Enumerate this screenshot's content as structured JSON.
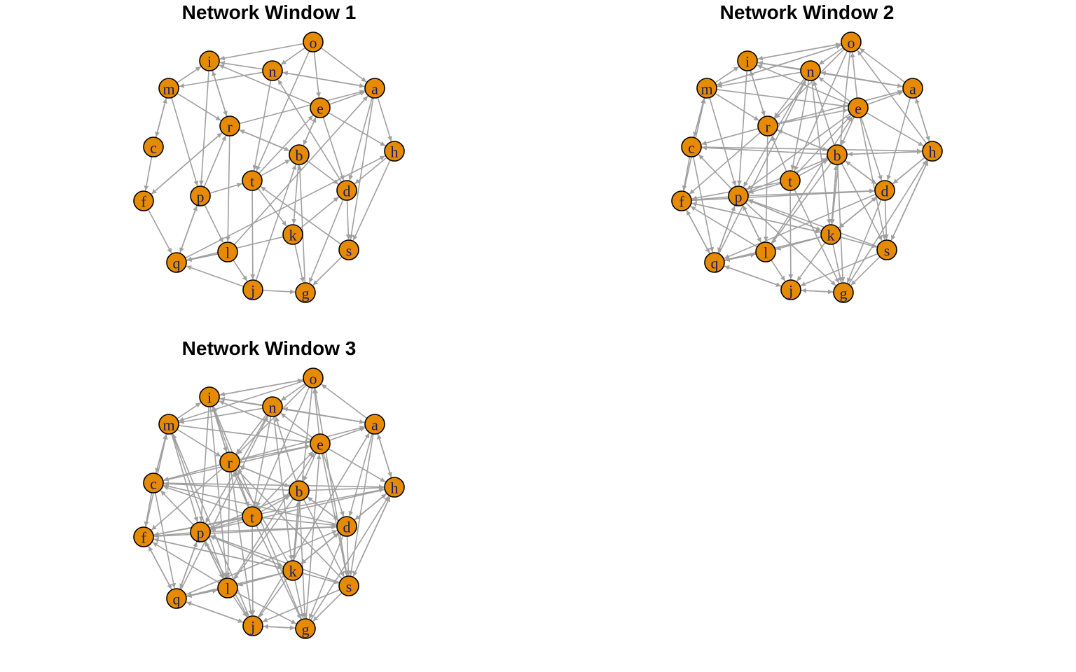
{
  "colors": {
    "node_fill": "#e68a00",
    "node_stroke": "#000000",
    "edge": "#a0a0a0",
    "label": "#1a1a6e"
  },
  "nodes": [
    "o",
    "i",
    "n",
    "m",
    "a",
    "e",
    "r",
    "c",
    "h",
    "b",
    "t",
    "d",
    "f",
    "p",
    "k",
    "s",
    "q",
    "l",
    "j",
    "g"
  ],
  "windows": [
    {
      "title": "Network Window 1",
      "edges": [
        [
          "n",
          "i"
        ],
        [
          "o",
          "i"
        ],
        [
          "n",
          "m"
        ],
        [
          "r",
          "i"
        ],
        [
          "e",
          "i"
        ],
        [
          "m",
          "i"
        ],
        [
          "i",
          "r"
        ],
        [
          "m",
          "r"
        ],
        [
          "o",
          "n"
        ],
        [
          "n",
          "a"
        ],
        [
          "a",
          "n"
        ],
        [
          "e",
          "a"
        ],
        [
          "r",
          "a"
        ],
        [
          "o",
          "a"
        ],
        [
          "a",
          "h"
        ],
        [
          "e",
          "h"
        ],
        [
          "c",
          "m"
        ],
        [
          "m",
          "c"
        ],
        [
          "c",
          "f"
        ],
        [
          "f",
          "r"
        ],
        [
          "r",
          "f"
        ],
        [
          "r",
          "b"
        ],
        [
          "b",
          "r"
        ],
        [
          "b",
          "e"
        ],
        [
          "e",
          "d"
        ],
        [
          "a",
          "d"
        ],
        [
          "h",
          "d"
        ],
        [
          "b",
          "d"
        ],
        [
          "t",
          "b"
        ],
        [
          "p",
          "r"
        ],
        [
          "p",
          "t"
        ],
        [
          "m",
          "p"
        ],
        [
          "i",
          "p"
        ],
        [
          "p",
          "q"
        ],
        [
          "q",
          "p"
        ],
        [
          "f",
          "q"
        ],
        [
          "l",
          "q"
        ],
        [
          "j",
          "q"
        ],
        [
          "k",
          "q"
        ],
        [
          "p",
          "l"
        ],
        [
          "r",
          "l"
        ],
        [
          "l",
          "j"
        ],
        [
          "t",
          "j"
        ],
        [
          "j",
          "g"
        ],
        [
          "k",
          "g"
        ],
        [
          "s",
          "g"
        ],
        [
          "d",
          "g"
        ],
        [
          "d",
          "s"
        ],
        [
          "h",
          "s"
        ],
        [
          "a",
          "s"
        ],
        [
          "k",
          "d"
        ],
        [
          "b",
          "k"
        ],
        [
          "t",
          "k"
        ],
        [
          "n",
          "t"
        ],
        [
          "t",
          "e"
        ],
        [
          "o",
          "t"
        ],
        [
          "s",
          "t"
        ],
        [
          "g",
          "b"
        ],
        [
          "j",
          "b"
        ],
        [
          "q",
          "h"
        ],
        [
          "l",
          "a"
        ],
        [
          "d",
          "n"
        ],
        [
          "o",
          "e"
        ],
        [
          "e",
          "b"
        ]
      ]
    },
    {
      "title": "Network Window 2",
      "edges": [
        [
          "n",
          "i"
        ],
        [
          "o",
          "i"
        ],
        [
          "o",
          "n"
        ],
        [
          "m",
          "i"
        ],
        [
          "r",
          "i"
        ],
        [
          "e",
          "i"
        ],
        [
          "n",
          "m"
        ],
        [
          "o",
          "m"
        ],
        [
          "a",
          "n"
        ],
        [
          "e",
          "n"
        ],
        [
          "b",
          "n"
        ],
        [
          "a",
          "o"
        ],
        [
          "e",
          "a"
        ],
        [
          "h",
          "a"
        ],
        [
          "r",
          "a"
        ],
        [
          "i",
          "a"
        ],
        [
          "a",
          "h"
        ],
        [
          "e",
          "h"
        ],
        [
          "b",
          "h"
        ],
        [
          "c",
          "h"
        ],
        [
          "r",
          "e"
        ],
        [
          "m",
          "e"
        ],
        [
          "c",
          "m"
        ],
        [
          "f",
          "m"
        ],
        [
          "m",
          "c"
        ],
        [
          "r",
          "c"
        ],
        [
          "b",
          "c"
        ],
        [
          "p",
          "c"
        ],
        [
          "c",
          "f"
        ],
        [
          "p",
          "f"
        ],
        [
          "q",
          "f"
        ],
        [
          "l",
          "f"
        ],
        [
          "k",
          "f"
        ],
        [
          "t",
          "f"
        ],
        [
          "r",
          "f"
        ],
        [
          "i",
          "r"
        ],
        [
          "m",
          "r"
        ],
        [
          "n",
          "r"
        ],
        [
          "o",
          "r"
        ],
        [
          "b",
          "r"
        ],
        [
          "t",
          "r"
        ],
        [
          "r",
          "b"
        ],
        [
          "e",
          "b"
        ],
        [
          "d",
          "b"
        ],
        [
          "k",
          "b"
        ],
        [
          "t",
          "b"
        ],
        [
          "p",
          "b"
        ],
        [
          "h",
          "b"
        ],
        [
          "a",
          "d"
        ],
        [
          "h",
          "d"
        ],
        [
          "e",
          "d"
        ],
        [
          "b",
          "d"
        ],
        [
          "k",
          "d"
        ],
        [
          "p",
          "d"
        ],
        [
          "f",
          "d"
        ],
        [
          "t",
          "p"
        ],
        [
          "m",
          "p"
        ],
        [
          "i",
          "p"
        ],
        [
          "n",
          "p"
        ],
        [
          "e",
          "p"
        ],
        [
          "q",
          "p"
        ],
        [
          "l",
          "p"
        ],
        [
          "k",
          "p"
        ],
        [
          "s",
          "p"
        ],
        [
          "p",
          "q"
        ],
        [
          "c",
          "q"
        ],
        [
          "f",
          "q"
        ],
        [
          "l",
          "q"
        ],
        [
          "k",
          "q"
        ],
        [
          "j",
          "q"
        ],
        [
          "d",
          "q"
        ],
        [
          "p",
          "l"
        ],
        [
          "q",
          "l"
        ],
        [
          "k",
          "l"
        ],
        [
          "r",
          "l"
        ],
        [
          "b",
          "l"
        ],
        [
          "l",
          "j"
        ],
        [
          "q",
          "j"
        ],
        [
          "k",
          "j"
        ],
        [
          "t",
          "j"
        ],
        [
          "s",
          "j"
        ],
        [
          "g",
          "j"
        ],
        [
          "j",
          "g"
        ],
        [
          "k",
          "g"
        ],
        [
          "s",
          "g"
        ],
        [
          "d",
          "g"
        ],
        [
          "b",
          "g"
        ],
        [
          "t",
          "g"
        ],
        [
          "p",
          "g"
        ],
        [
          "d",
          "s"
        ],
        [
          "h",
          "s"
        ],
        [
          "k",
          "s"
        ],
        [
          "b",
          "s"
        ],
        [
          "e",
          "s"
        ],
        [
          "f",
          "k"
        ],
        [
          "p",
          "k"
        ],
        [
          "b",
          "k"
        ],
        [
          "d",
          "k"
        ],
        [
          "n",
          "k"
        ],
        [
          "o",
          "k"
        ],
        [
          "h",
          "k"
        ],
        [
          "o",
          "t"
        ],
        [
          "n",
          "t"
        ],
        [
          "t",
          "e"
        ],
        [
          "e",
          "o"
        ],
        [
          "i",
          "o"
        ],
        [
          "m",
          "o"
        ],
        [
          "h",
          "o"
        ],
        [
          "s",
          "h"
        ],
        [
          "g",
          "h"
        ],
        [
          "l",
          "e"
        ],
        [
          "q",
          "n"
        ]
      ]
    },
    {
      "title": "Network Window 3",
      "edges": [
        [
          "n",
          "i"
        ],
        [
          "o",
          "i"
        ],
        [
          "m",
          "i"
        ],
        [
          "r",
          "i"
        ],
        [
          "e",
          "i"
        ],
        [
          "n",
          "m"
        ],
        [
          "o",
          "m"
        ],
        [
          "o",
          "n"
        ],
        [
          "e",
          "n"
        ],
        [
          "b",
          "n"
        ],
        [
          "a",
          "n"
        ],
        [
          "a",
          "o"
        ],
        [
          "e",
          "a"
        ],
        [
          "h",
          "a"
        ],
        [
          "r",
          "a"
        ],
        [
          "i",
          "a"
        ],
        [
          "a",
          "h"
        ],
        [
          "e",
          "h"
        ],
        [
          "b",
          "h"
        ],
        [
          "c",
          "h"
        ],
        [
          "d",
          "h"
        ],
        [
          "r",
          "e"
        ],
        [
          "m",
          "e"
        ],
        [
          "t",
          "e"
        ],
        [
          "c",
          "m"
        ],
        [
          "f",
          "m"
        ],
        [
          "m",
          "c"
        ],
        [
          "r",
          "c"
        ],
        [
          "b",
          "c"
        ],
        [
          "p",
          "c"
        ],
        [
          "t",
          "c"
        ],
        [
          "c",
          "f"
        ],
        [
          "p",
          "f"
        ],
        [
          "q",
          "f"
        ],
        [
          "l",
          "f"
        ],
        [
          "k",
          "f"
        ],
        [
          "t",
          "f"
        ],
        [
          "r",
          "f"
        ],
        [
          "d",
          "f"
        ],
        [
          "i",
          "r"
        ],
        [
          "m",
          "r"
        ],
        [
          "n",
          "r"
        ],
        [
          "o",
          "r"
        ],
        [
          "b",
          "r"
        ],
        [
          "t",
          "r"
        ],
        [
          "s",
          "r"
        ],
        [
          "r",
          "b"
        ],
        [
          "e",
          "b"
        ],
        [
          "d",
          "b"
        ],
        [
          "k",
          "b"
        ],
        [
          "t",
          "b"
        ],
        [
          "p",
          "b"
        ],
        [
          "a",
          "d"
        ],
        [
          "h",
          "d"
        ],
        [
          "e",
          "d"
        ],
        [
          "b",
          "d"
        ],
        [
          "k",
          "d"
        ],
        [
          "p",
          "d"
        ],
        [
          "t",
          "d"
        ],
        [
          "t",
          "p"
        ],
        [
          "m",
          "p"
        ],
        [
          "i",
          "p"
        ],
        [
          "n",
          "p"
        ],
        [
          "q",
          "p"
        ],
        [
          "l",
          "p"
        ],
        [
          "k",
          "p"
        ],
        [
          "s",
          "p"
        ],
        [
          "p",
          "q"
        ],
        [
          "c",
          "q"
        ],
        [
          "f",
          "q"
        ],
        [
          "l",
          "q"
        ],
        [
          "k",
          "q"
        ],
        [
          "j",
          "q"
        ],
        [
          "p",
          "l"
        ],
        [
          "q",
          "l"
        ],
        [
          "k",
          "l"
        ],
        [
          "r",
          "l"
        ],
        [
          "b",
          "l"
        ],
        [
          "m",
          "l"
        ],
        [
          "i",
          "l"
        ],
        [
          "l",
          "j"
        ],
        [
          "q",
          "j"
        ],
        [
          "k",
          "j"
        ],
        [
          "t",
          "j"
        ],
        [
          "s",
          "j"
        ],
        [
          "g",
          "j"
        ],
        [
          "p",
          "j"
        ],
        [
          "r",
          "j"
        ],
        [
          "j",
          "g"
        ],
        [
          "k",
          "g"
        ],
        [
          "s",
          "g"
        ],
        [
          "d",
          "g"
        ],
        [
          "b",
          "g"
        ],
        [
          "t",
          "g"
        ],
        [
          "l",
          "g"
        ],
        [
          "d",
          "s"
        ],
        [
          "h",
          "s"
        ],
        [
          "k",
          "s"
        ],
        [
          "b",
          "s"
        ],
        [
          "e",
          "s"
        ],
        [
          "a",
          "s"
        ],
        [
          "f",
          "k"
        ],
        [
          "p",
          "k"
        ],
        [
          "b",
          "k"
        ],
        [
          "d",
          "k"
        ],
        [
          "n",
          "k"
        ],
        [
          "o",
          "k"
        ],
        [
          "h",
          "k"
        ],
        [
          "o",
          "t"
        ],
        [
          "n",
          "t"
        ],
        [
          "i",
          "t"
        ],
        [
          "e",
          "o"
        ],
        [
          "i",
          "o"
        ],
        [
          "s",
          "h"
        ],
        [
          "g",
          "h"
        ],
        [
          "l",
          "e"
        ],
        [
          "q",
          "n"
        ],
        [
          "c",
          "e"
        ],
        [
          "f",
          "h"
        ],
        [
          "j",
          "a"
        ],
        [
          "g",
          "e"
        ],
        [
          "q",
          "d"
        ],
        [
          "s",
          "o"
        ],
        [
          "g",
          "i"
        ],
        [
          "j",
          "m"
        ],
        [
          "k",
          "r"
        ],
        [
          "d",
          "c"
        ],
        [
          "h",
          "p"
        ]
      ]
    }
  ]
}
